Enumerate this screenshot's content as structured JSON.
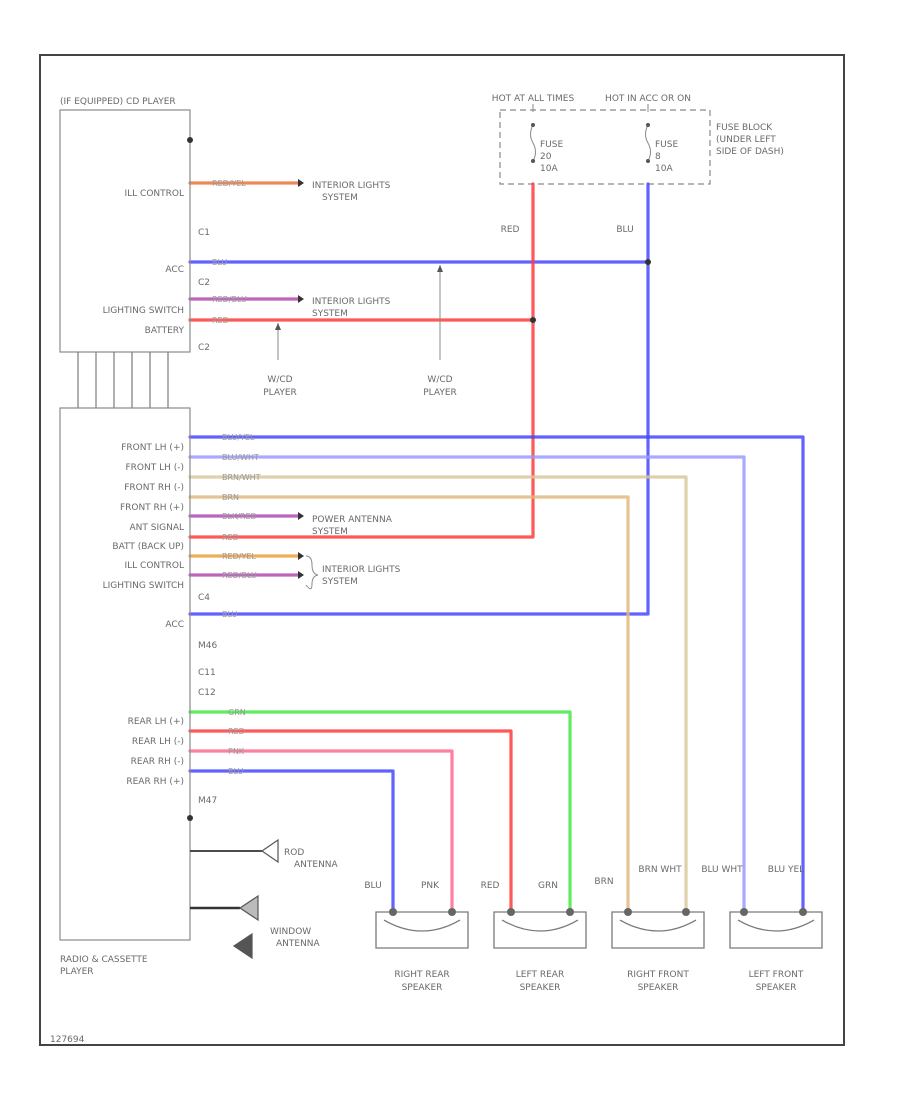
{
  "colors": {
    "RED": "#ff3b3b",
    "BLU": "#4646ff",
    "LTBLU": "#9a9aff",
    "ORG": "#e9763a",
    "BRN": "#e0b880",
    "TAN": "#d8c89a",
    "GRN": "#44e844",
    "PNK": "#ff6a8c",
    "VIO": "#b04ab0"
  },
  "cd_player": {
    "title": "(IF EQUIPPED) CD PLAYER",
    "pins": [
      "ILL CONTROL",
      "ACC",
      "LIGHTING SWITCH",
      "BATTERY"
    ],
    "connectors": [
      "C1",
      "C2",
      "C2"
    ]
  },
  "fuse_block": {
    "hot_at_all": "HOT AT ALL TIMES",
    "hot_in_acc": "HOT IN ACC OR ON",
    "fuse1": [
      "FUSE",
      "20",
      "10A"
    ],
    "fuse2": [
      "FUSE",
      "8",
      "10A"
    ],
    "desc": [
      "FUSE BLOCK",
      "(UNDER LEFT",
      "SIDE OF DASH)"
    ]
  },
  "wire_labels": [
    "RED",
    "BLU"
  ],
  "cd_wires": [
    "RED/YEL",
    "BLU",
    "RED/BLU",
    "RED"
  ],
  "refs": {
    "interior1": [
      "INTERIOR LIGHTS",
      "SYSTEM"
    ],
    "interior2": [
      "INTERIOR LIGHTS",
      "SYSTEM"
    ],
    "w_o_cd1": [
      "W/CD",
      "PLAYER"
    ],
    "w_o_cd2": [
      "W/CD",
      "PLAYER"
    ],
    "power_antenna": [
      "POWER ANTENNA",
      "SYSTEM"
    ],
    "interior3": [
      "INTERIOR LIGHTS",
      "SYSTEM"
    ]
  },
  "radio": {
    "title": [
      "RADIO & CASSETTE",
      "PLAYER"
    ],
    "pins": [
      "FRONT LH (+)",
      "FRONT LH (-)",
      "FRONT RH (-)",
      "FRONT RH (+)",
      "ANT SIGNAL",
      "BATT (BACK UP)",
      "ILL CONTROL",
      "LIGHTING SWITCH",
      "ACC",
      "REAR LH (+)",
      "REAR LH (-)",
      "REAR RH (-)",
      "REAR RH (+)"
    ],
    "connectors": [
      "C4",
      "M46",
      "C11",
      "C12",
      "M47"
    ],
    "wires": [
      "BLU/YEL",
      "BLU/WHT",
      "BRN/WHT",
      "BRN",
      "BLK/RED",
      "RED",
      "RED/YEL",
      "RED/BLU",
      "BLU",
      "GRN",
      "RED",
      "PNK",
      "BLU"
    ]
  },
  "antennas": {
    "rod": [
      "ROD",
      "ANTENNA"
    ],
    "window": [
      "WINDOW",
      "ANTENNA"
    ]
  },
  "speakers": [
    {
      "name": [
        "RIGHT REAR",
        "SPEAKER"
      ],
      "wires": [
        "BLU",
        "PNK"
      ]
    },
    {
      "name": [
        "LEFT REAR",
        "SPEAKER"
      ],
      "wires": [
        "RED",
        "GRN"
      ]
    },
    {
      "name": [
        "RIGHT FRONT",
        "SPEAKER"
      ],
      "wires": [
        "BRN",
        "BRN WHT"
      ]
    },
    {
      "name": [
        "LEFT FRONT",
        "SPEAKER"
      ],
      "wires": [
        "BLU WHT",
        "BLU YEL"
      ]
    }
  ],
  "figure_id": "127694"
}
